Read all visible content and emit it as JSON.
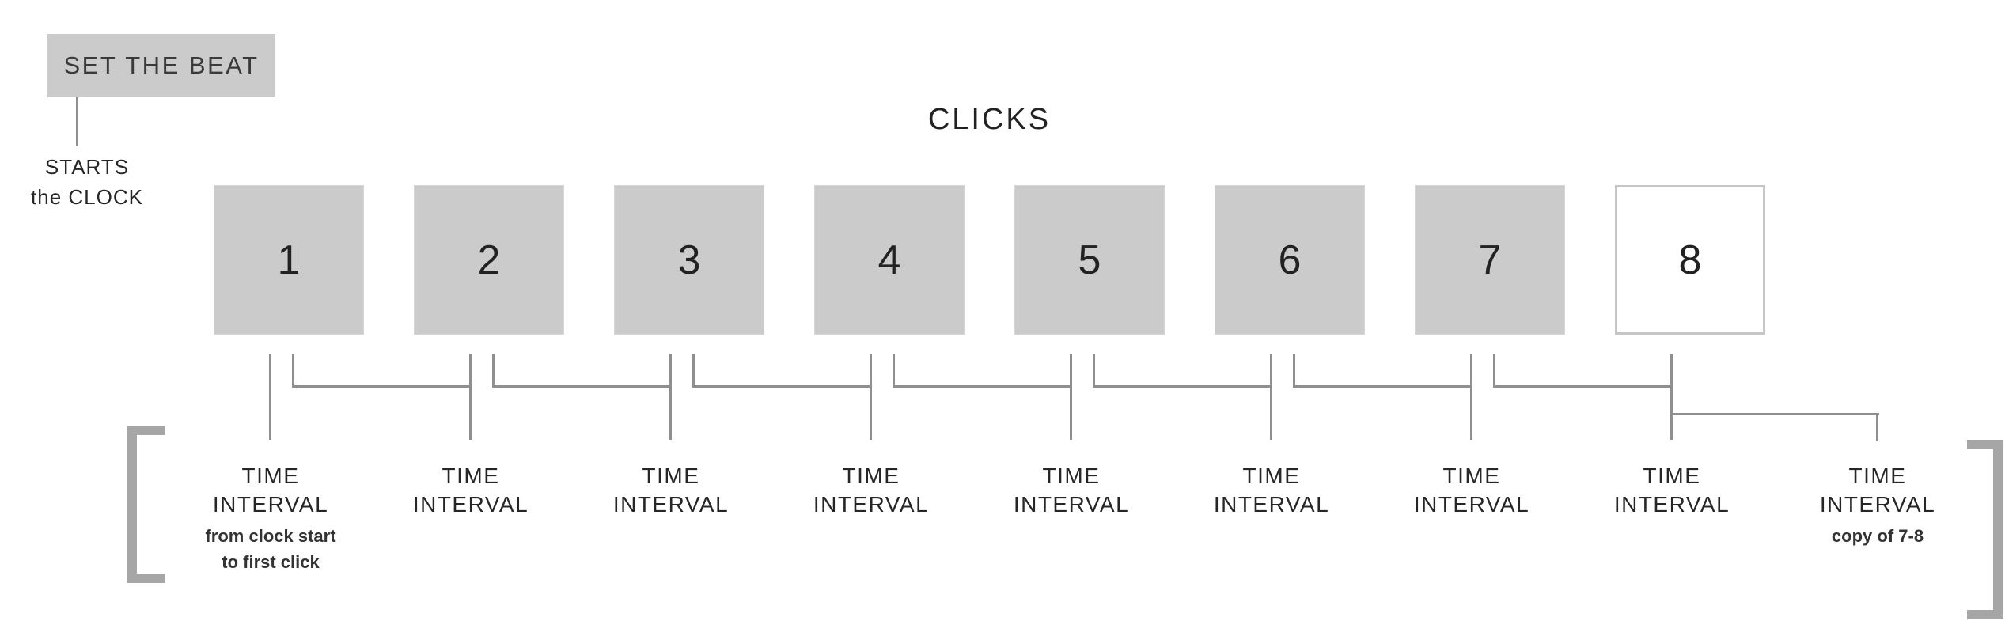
{
  "colors": {
    "box_fill": "#cbcbcb",
    "box_outline": "#c6c6c6",
    "button_fill": "#cbcbcb",
    "connector_line": "#8f8f8f",
    "bracket": "#a6a6a6",
    "text": "#262626"
  },
  "beat_button": {
    "label": "SET THE BEAT"
  },
  "clock_note": {
    "line1": "STARTS",
    "line2": "the CLOCK"
  },
  "clicks": {
    "title": "CLICKS",
    "boxes": [
      {
        "number": "1"
      },
      {
        "number": "2"
      },
      {
        "number": "3"
      },
      {
        "number": "4"
      },
      {
        "number": "5"
      },
      {
        "number": "6"
      },
      {
        "number": "7"
      },
      {
        "number": "8"
      }
    ]
  },
  "intervals": {
    "items": [
      {
        "line1": "TIME",
        "line2": "INTERVAL",
        "caption1": "from clock start",
        "caption2": "to first click"
      },
      {
        "line1": "TIME",
        "line2": "INTERVAL"
      },
      {
        "line1": "TIME",
        "line2": "INTERVAL"
      },
      {
        "line1": "TIME",
        "line2": "INTERVAL"
      },
      {
        "line1": "TIME",
        "line2": "INTERVAL"
      },
      {
        "line1": "TIME",
        "line2": "INTERVAL"
      },
      {
        "line1": "TIME",
        "line2": "INTERVAL"
      },
      {
        "line1": "TIME",
        "line2": "INTERVAL"
      },
      {
        "line1": "TIME",
        "line2": "INTERVAL",
        "caption1": "copy of 7-8"
      }
    ]
  }
}
